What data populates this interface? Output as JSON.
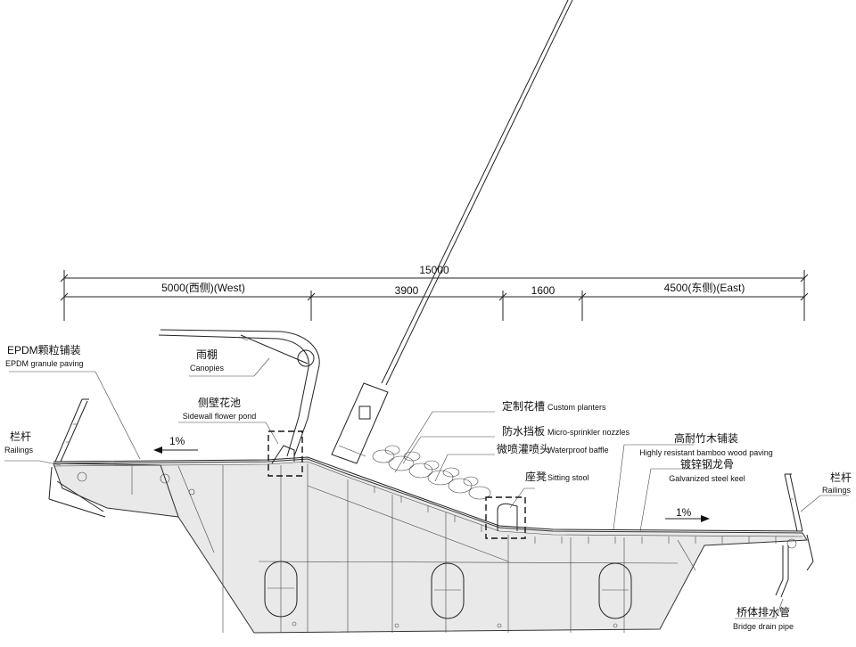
{
  "dimensions": {
    "total": "15000",
    "west": "5000(西侧)(West)",
    "middle": "3900",
    "east_mid": "1600",
    "east": "4500(东侧)(East)"
  },
  "labels": {
    "epdm_cn": "EPDM颗粒铺装",
    "epdm_en": "EPDM granule paving",
    "canopies_cn": "雨棚",
    "canopies_en": "Canopies",
    "railings_left_cn": "栏杆",
    "railings_left_en": "Railings",
    "sidewall_cn": "侧壁花池",
    "sidewall_en": "Sidewall flower pond",
    "planters_cn": "定制花槽",
    "planters_en": "Custom planters",
    "baffle_cn": "防水挡板",
    "sprinkler_en": "Micro-sprinkler nozzles",
    "sprinkler_cn": "微喷灌喷头",
    "baffle_en": "Waterproof baffle",
    "stool_cn": "座凳",
    "stool_en": "Sitting stool",
    "bamboo_cn": "高耐竹木铺装",
    "bamboo_en": "Highly resistant bamboo wood paving",
    "keel_cn": "镀锌钢龙骨",
    "keel_en": "Galvanized steel keel",
    "railings_right_cn": "栏杆",
    "railings_right_en": "Railings",
    "drain_cn": "桥体排水管",
    "drain_en": "Bridge drain pipe",
    "slope_left": "1%",
    "slope_right": "1%"
  }
}
